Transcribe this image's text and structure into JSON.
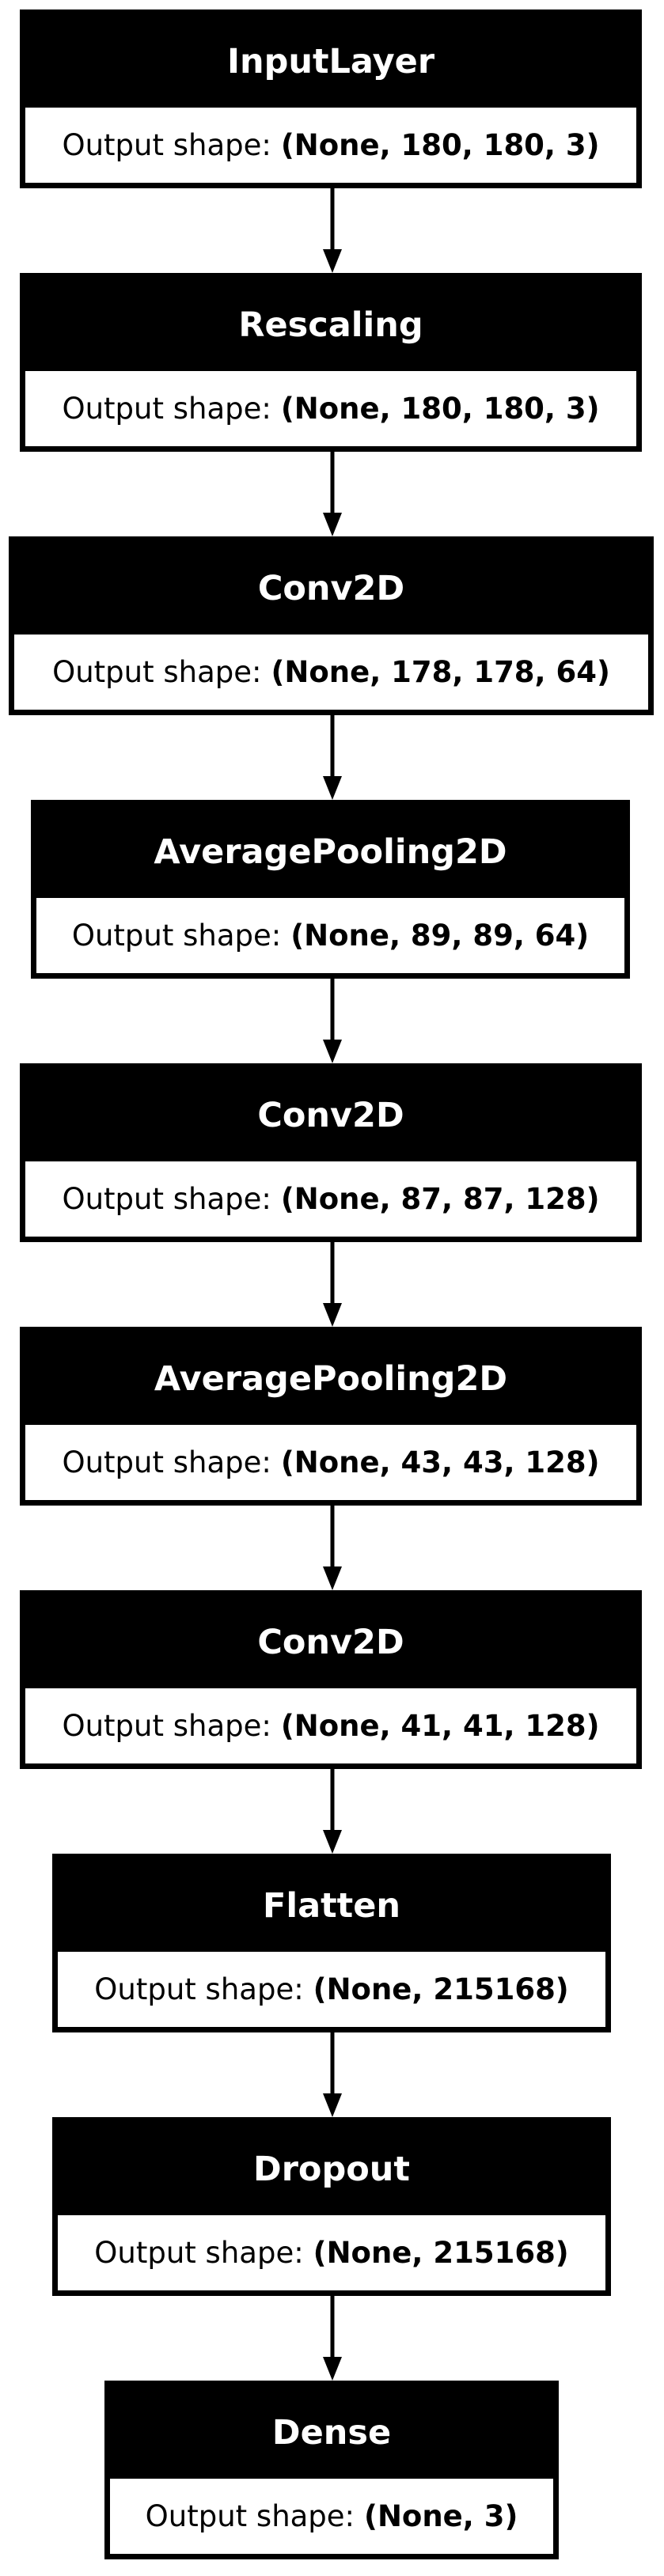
{
  "output_prefix": "Output shape:",
  "layers": [
    {
      "name": "InputLayer",
      "shape": "(None, 180, 180, 3)"
    },
    {
      "name": "Rescaling",
      "shape": "(None, 180, 180, 3)"
    },
    {
      "name": "Conv2D",
      "shape": "(None, 178, 178, 64)"
    },
    {
      "name": "AveragePooling2D",
      "shape": "(None, 89, 89, 64)"
    },
    {
      "name": "Conv2D",
      "shape": "(None, 87, 87, 128)"
    },
    {
      "name": "AveragePooling2D",
      "shape": "(None, 43, 43, 128)"
    },
    {
      "name": "Conv2D",
      "shape": "(None, 41, 41, 128)"
    },
    {
      "name": "Flatten",
      "shape": "(None, 215168)"
    },
    {
      "name": "Dropout",
      "shape": "(None, 215168)"
    },
    {
      "name": "Dense",
      "shape": "(None, 3)"
    }
  ]
}
